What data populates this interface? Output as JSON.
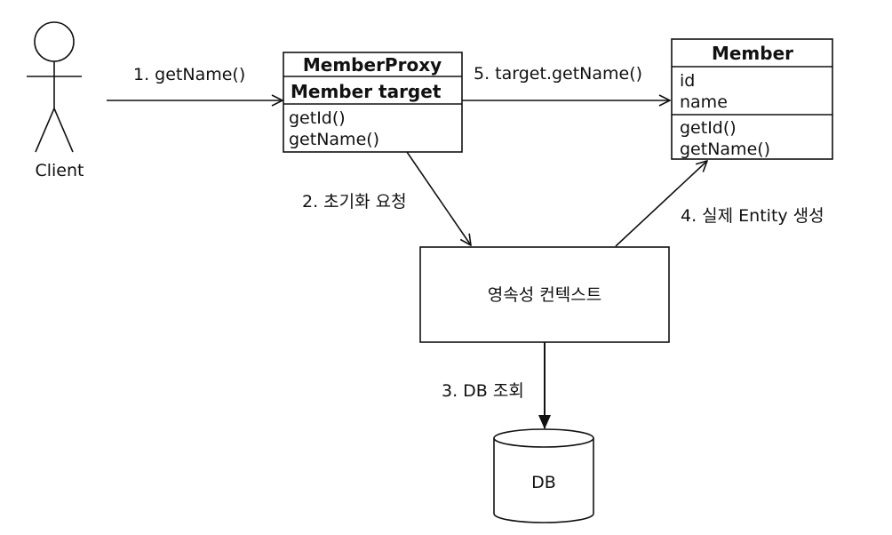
{
  "actor": {
    "label": "Client"
  },
  "proxy": {
    "title": "MemberProxy",
    "field": "Member target",
    "methods": [
      "getId()",
      "getName()"
    ]
  },
  "member": {
    "title": "Member",
    "fields": [
      "id",
      "name"
    ],
    "methods": [
      "getId()",
      "getName()"
    ]
  },
  "context": {
    "label": "영속성 컨텍스트"
  },
  "database": {
    "label": "DB"
  },
  "steps": {
    "s1": "1. getName()",
    "s2": "2. 초기화 요청",
    "s3": "3. DB 조회",
    "s4": "4. 실제 Entity 생성",
    "s5": "5. target.getName()"
  }
}
